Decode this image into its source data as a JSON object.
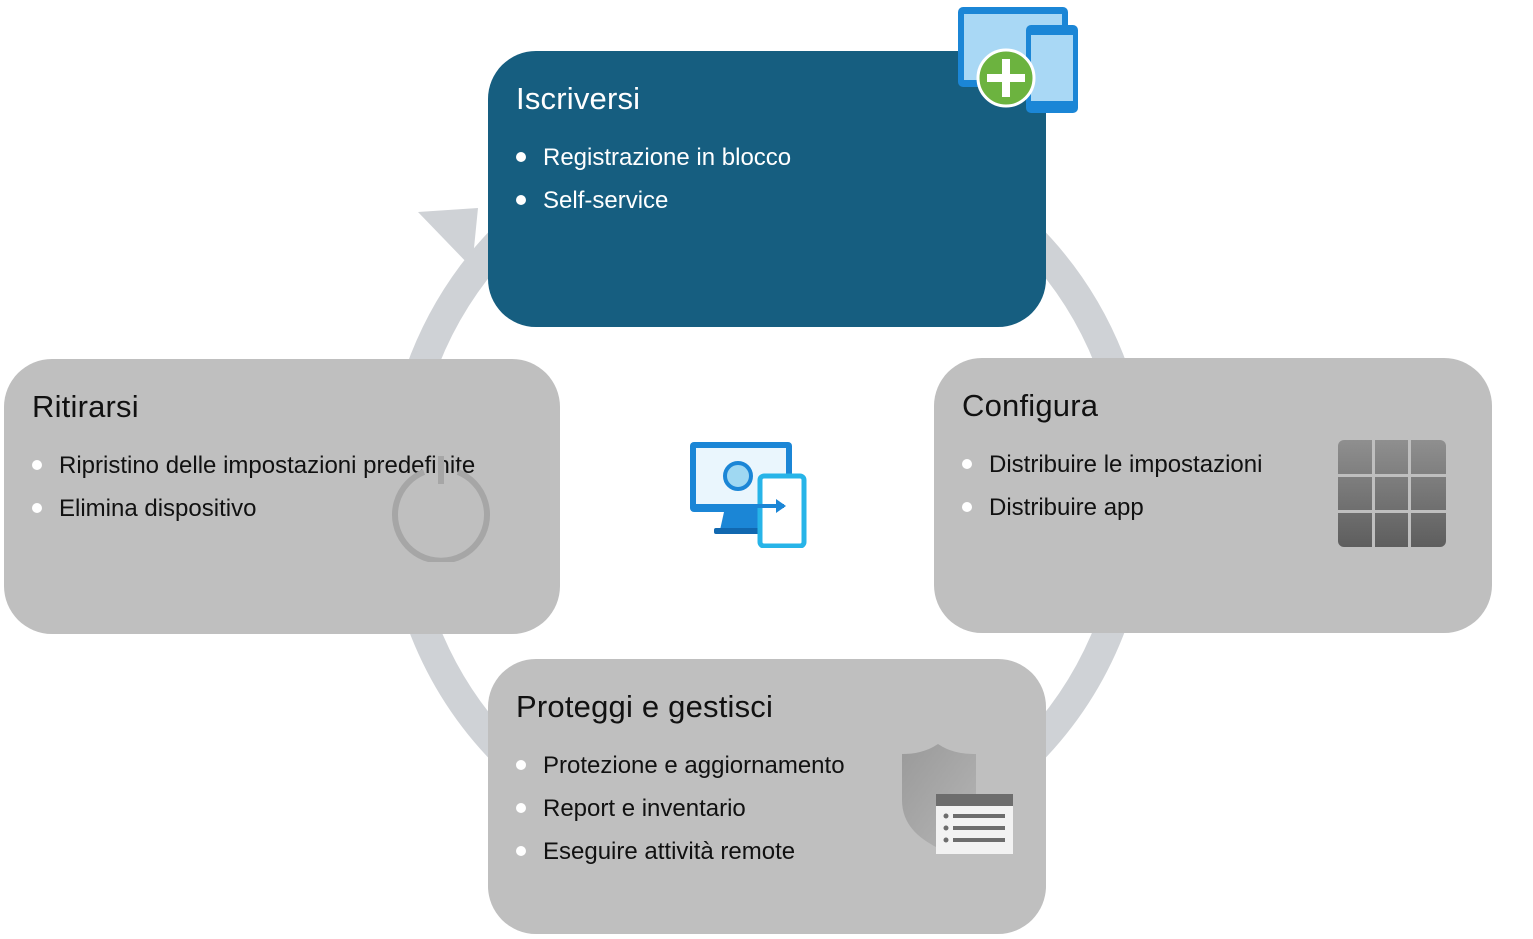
{
  "cards": [
    {
      "id": "enroll",
      "title": "Iscriversi",
      "items": [
        "Registrazione in blocco",
        "Self-service"
      ]
    },
    {
      "id": "configure",
      "title": "Configura",
      "items": [
        "Distribuire le impostazioni",
        "Distribuire app"
      ]
    },
    {
      "id": "protect",
      "title": "Proteggi e gestisci",
      "items": [
        "Protezione e aggiornamento",
        "Report e inventario",
        "Eseguire attività remote"
      ]
    },
    {
      "id": "retire",
      "title": "Ritirarsi",
      "items": [
        "Ripristino delle impostazioni predefinite",
        "Elimina dispositivo"
      ]
    }
  ],
  "colors": {
    "enroll": "#165e80",
    "stage": "#bfbfbf",
    "ring": "#cfd2d6",
    "accent_green": "#6cb33f",
    "device_blue": "#1b86d6"
  },
  "icons": [
    "device-add-icon",
    "grid-apps-icon",
    "shield-list-icon",
    "power-icon",
    "endpoint-manager-icon"
  ]
}
